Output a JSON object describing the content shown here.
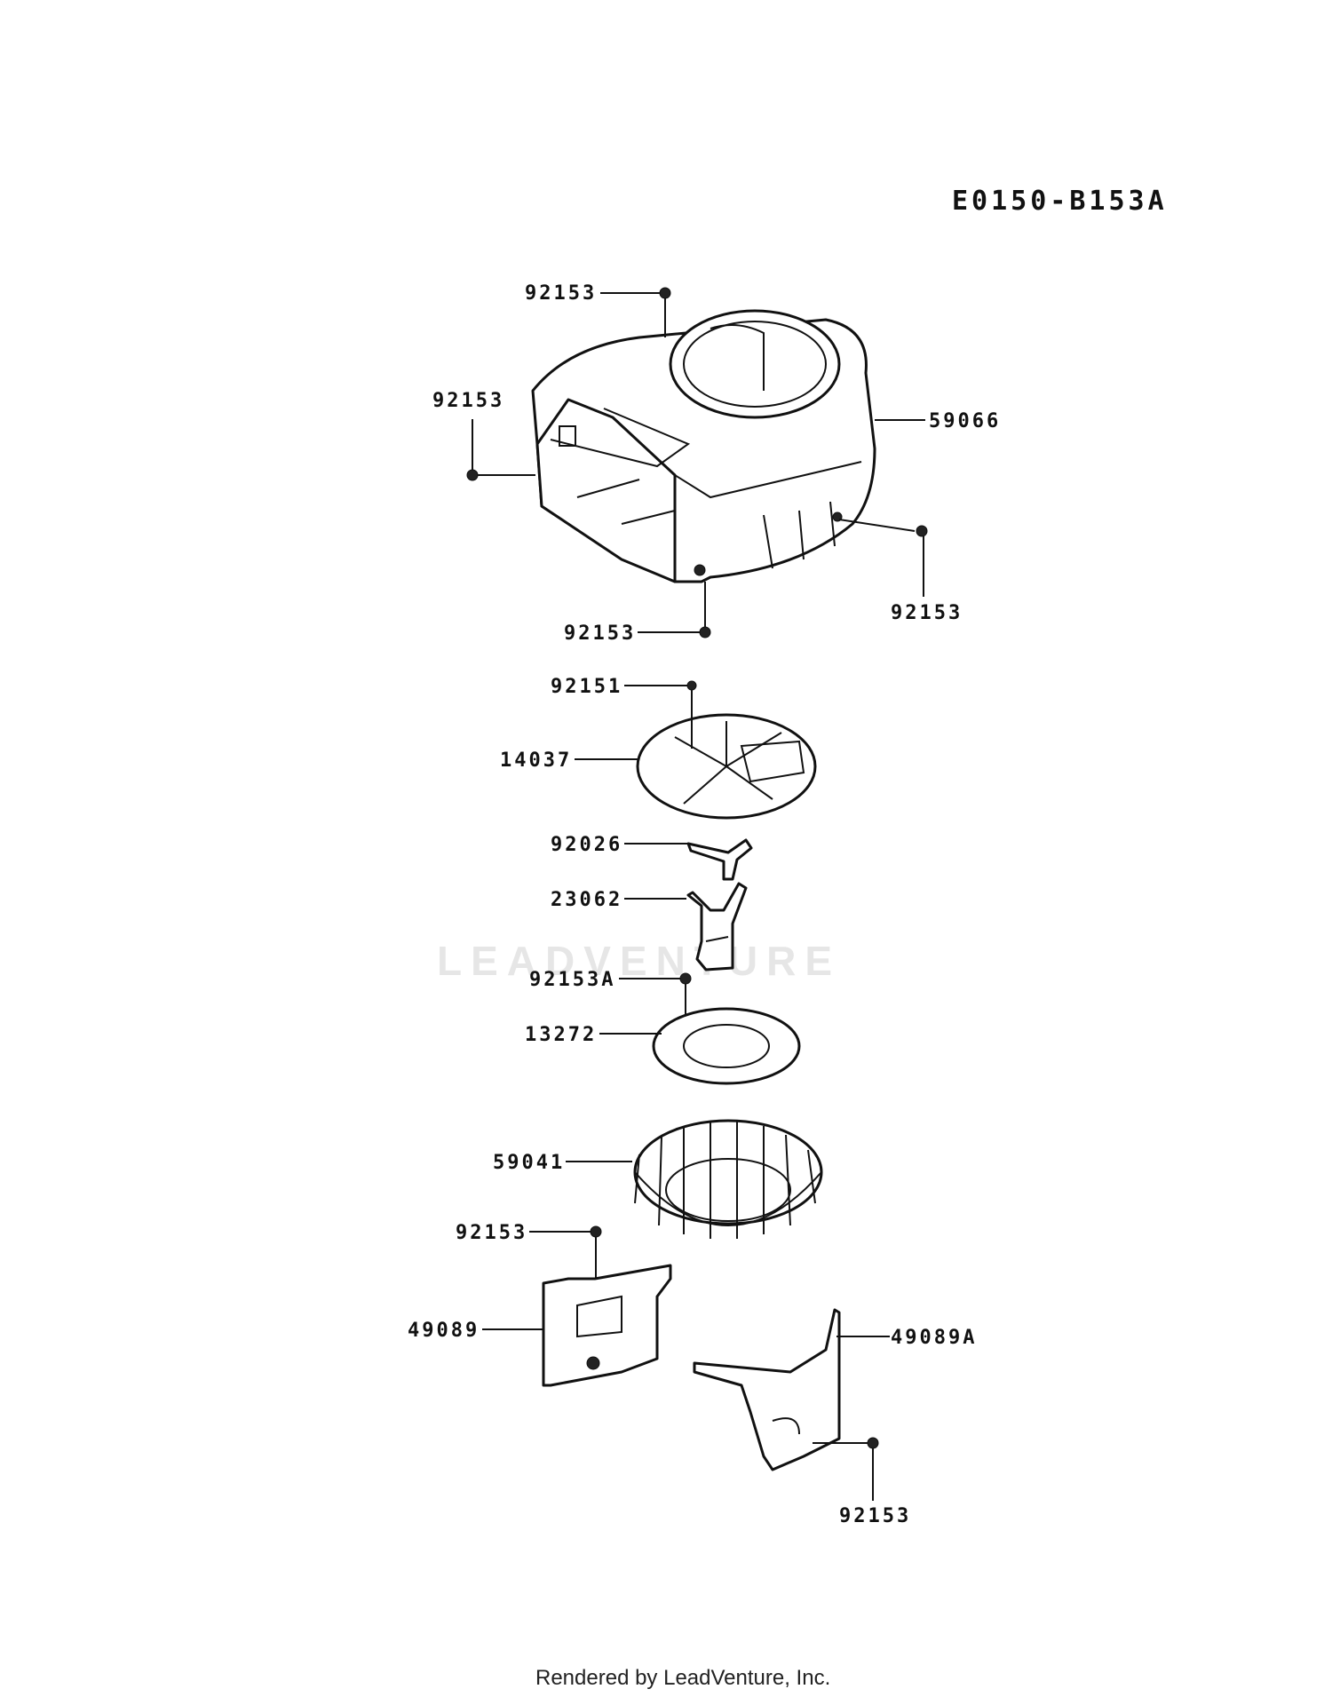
{
  "diagram": {
    "code": "E0150-B153A",
    "watermark": "LEADVENTURE",
    "footer": "Rendered by LeadVenture, Inc.",
    "parts": [
      {
        "id": "p-92153-top",
        "label": "92153"
      },
      {
        "id": "p-92153-left",
        "label": "92153"
      },
      {
        "id": "p-59066",
        "label": "59066"
      },
      {
        "id": "p-92153-right",
        "label": "92153"
      },
      {
        "id": "p-92153-bottom",
        "label": "92153"
      },
      {
        "id": "p-92151",
        "label": "92151"
      },
      {
        "id": "p-14037",
        "label": "14037"
      },
      {
        "id": "p-92026",
        "label": "92026"
      },
      {
        "id": "p-23062",
        "label": "23062"
      },
      {
        "id": "p-92153A",
        "label": "92153A"
      },
      {
        "id": "p-13272",
        "label": "13272"
      },
      {
        "id": "p-59041",
        "label": "59041"
      },
      {
        "id": "p-92153-lower",
        "label": "92153"
      },
      {
        "id": "p-49089",
        "label": "49089"
      },
      {
        "id": "p-49089A",
        "label": "49089A"
      },
      {
        "id": "p-92153-last",
        "label": "92153"
      }
    ]
  }
}
